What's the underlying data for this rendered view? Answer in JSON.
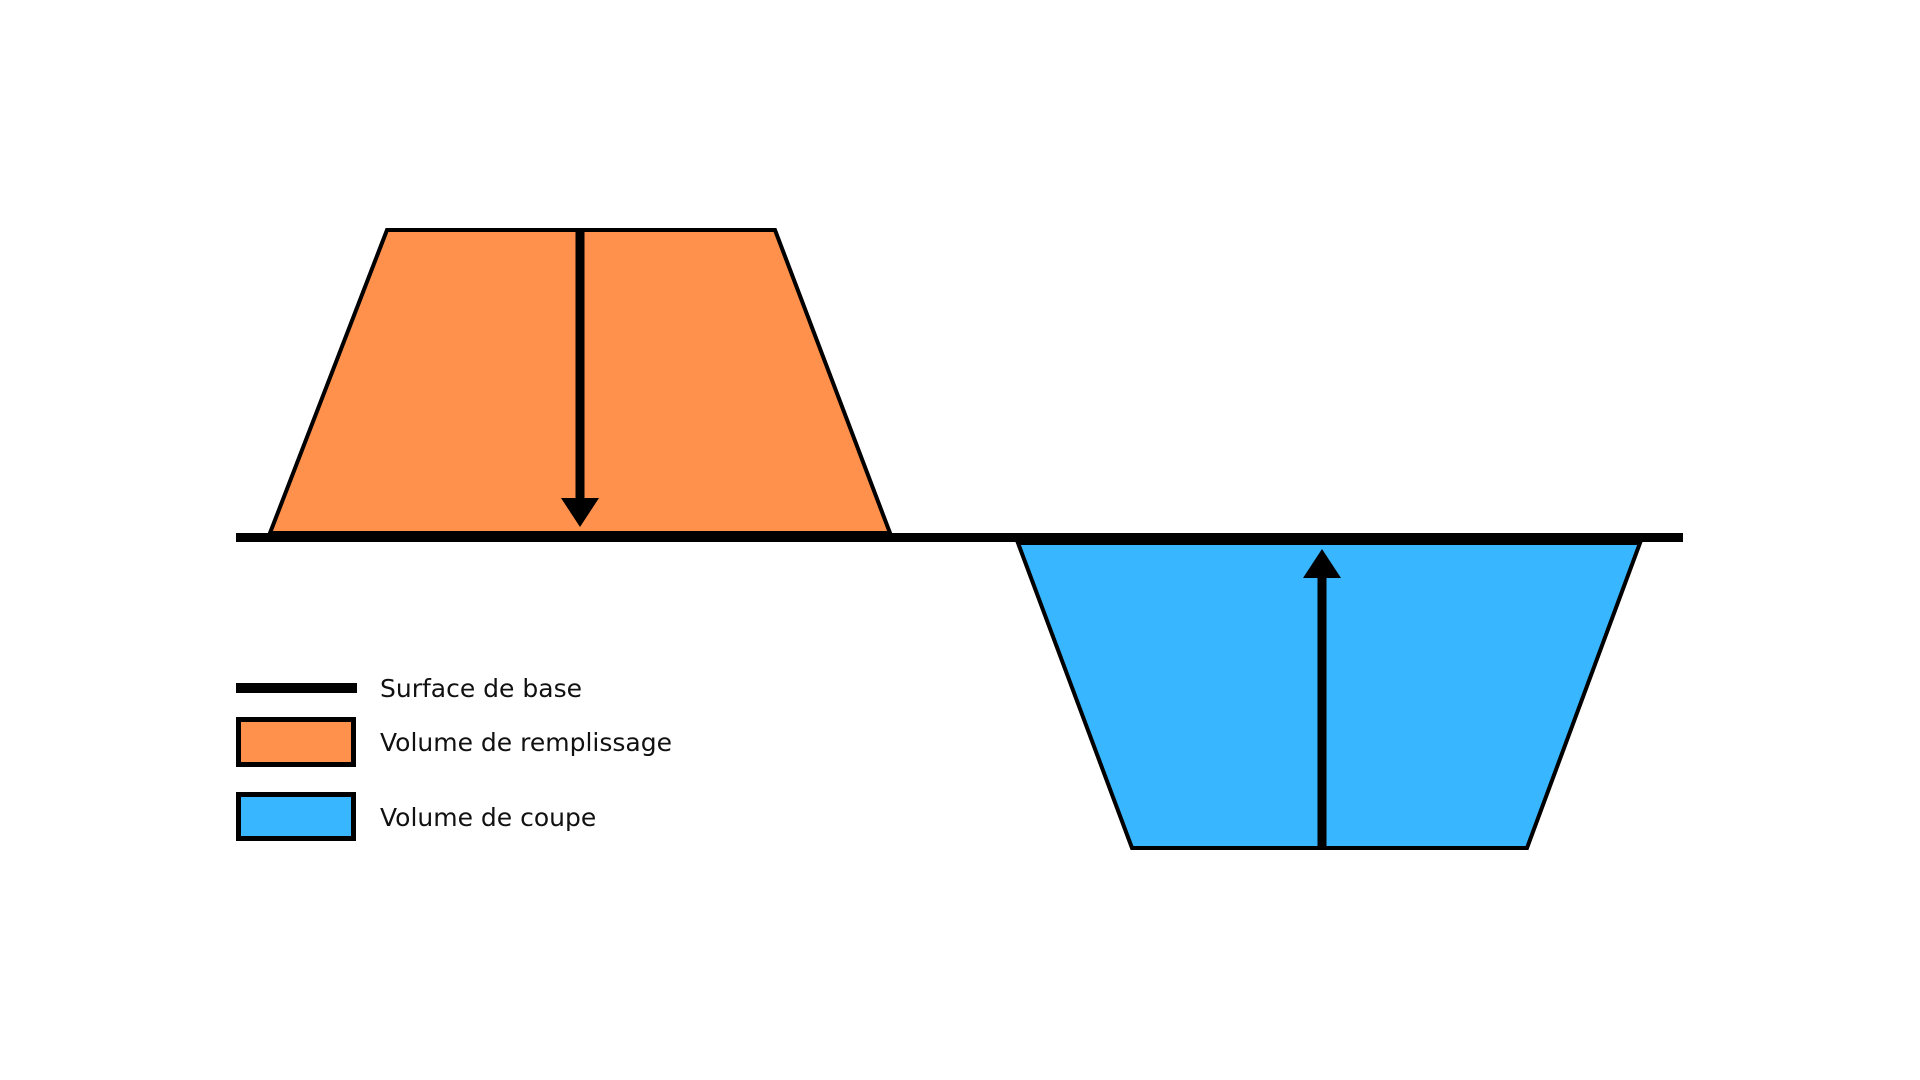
{
  "diagram": {
    "legend": {
      "items": [
        {
          "label": "Surface de base",
          "swatch": "line",
          "color": "#000000"
        },
        {
          "label": "Volume de remplissage",
          "swatch": "box",
          "color": "#FF914D"
        },
        {
          "label": "Volume de coupe",
          "swatch": "box",
          "color": "#38B6FF"
        }
      ]
    },
    "colors": {
      "background": "#FFFFFF",
      "surface_line": "#000000",
      "fill_volume": "#FF914D",
      "cut_volume": "#38B6FF",
      "arrow": "#000000"
    },
    "icons": {
      "fill_direction": "arrow-down-icon",
      "cut_direction": "arrow-up-icon"
    }
  }
}
